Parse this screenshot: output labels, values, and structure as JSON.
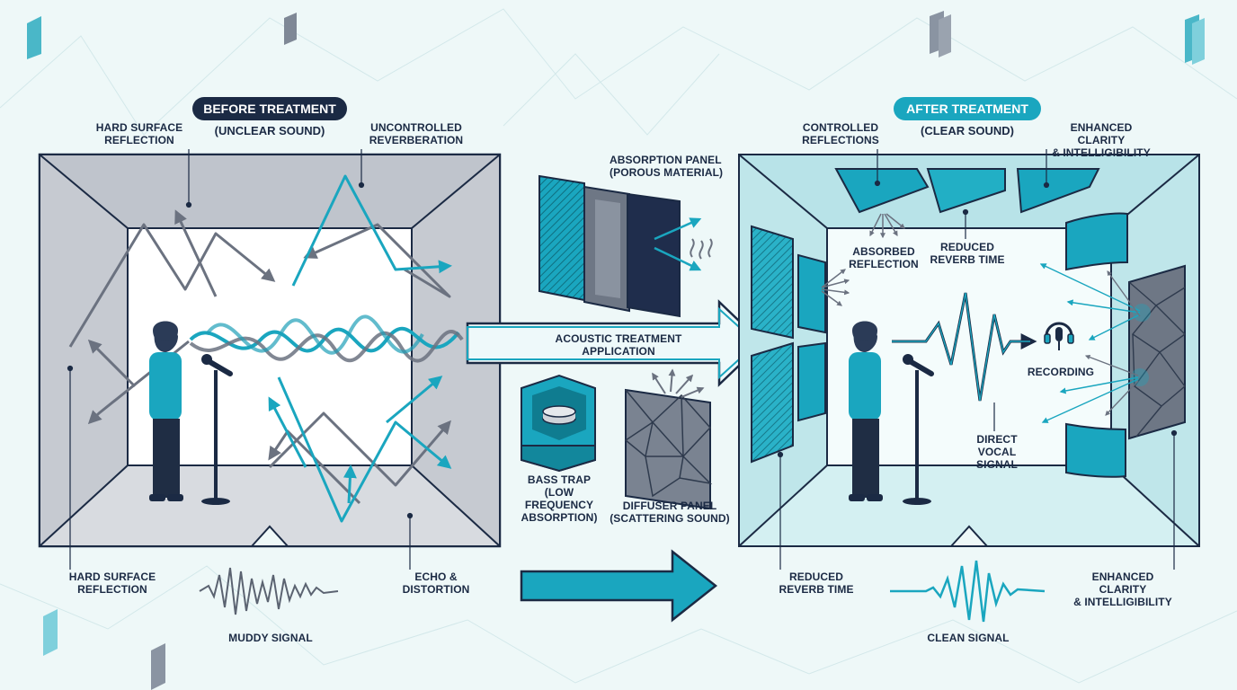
{
  "before": {
    "title": "BEFORE TREATMENT",
    "subtitle": "(UNCLEAR SOUND)",
    "label_hard_surface_top": "HARD SURFACE\nREFLECTION",
    "label_reverb": "UNCONTROLLED\nREVERBERATION",
    "label_hard_surface_bottom": "HARD SURFACE\nREFLECTION",
    "label_echo": "ECHO &\nDISTORTION",
    "label_signal": "MUDDY SIGNAL"
  },
  "middle": {
    "absorption": "ABSORPTION PANEL\n(POROUS MATERIAL)",
    "arrow_label": "ACOUSTIC TREATMENT\nAPPLICATION",
    "bass_trap": "BASS TRAP\n(LOW FREQUENCY\nABSORPTION)",
    "diffuser": "DIFFUSER PANEL\n(SCATTERING SOUND)"
  },
  "after": {
    "title": "AFTER TREATMENT",
    "subtitle": "(CLEAR SOUND)",
    "label_controlled": "CONTROLLED\nREFLECTIONS",
    "label_clarity_top": "ENHANCED CLARITY\n& INTELLIGIBILITY",
    "label_absorbed": "ABSORBED\nREFLECTION",
    "label_reduced_inner": "REDUCED\nREVERB TIME",
    "label_recording": "RECORDING",
    "label_direct": "DIRECT VOCAL\nSIGNAL",
    "label_reduced_bottom": "REDUCED\nREVERB TIME",
    "label_clarity_bottom": "ENHANCED CLARITY\n& INTELLIGIBILITY",
    "label_signal": "CLEAN SIGNAL"
  },
  "colors": {
    "navy": "#1b2a44",
    "teal": "#1aa6bf",
    "gray": "#6b7280",
    "room_before": "#d3d6dc",
    "room_after": "#c9ecef"
  },
  "icons": [
    "microphone-icon",
    "person-icon",
    "heat-icon",
    "arrow-icon"
  ]
}
